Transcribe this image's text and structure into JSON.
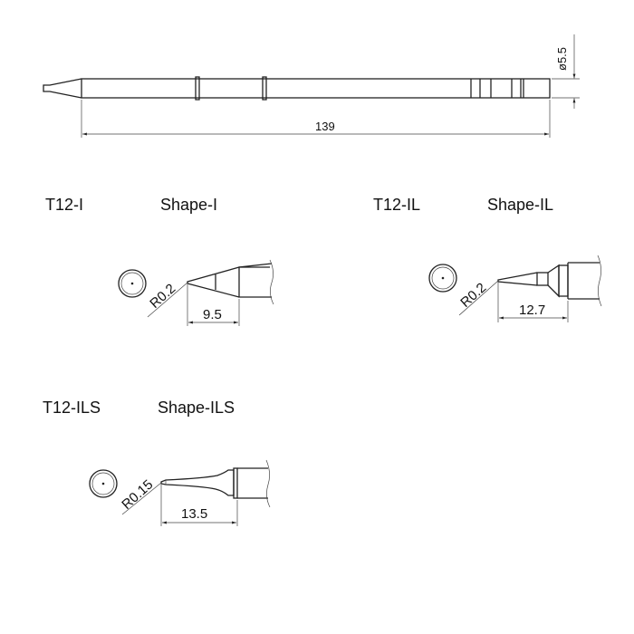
{
  "overall": {
    "length_label": "139",
    "diameter_label": "ø5.5"
  },
  "tips": [
    {
      "model": "T12-I",
      "shape": "Shape-I",
      "radius": "R0.2",
      "length": "9.5"
    },
    {
      "model": "T12-IL",
      "shape": "Shape-IL",
      "radius": "R0.2",
      "length": "12.7"
    },
    {
      "model": "T12-ILS",
      "shape": "Shape-ILS",
      "radius": "R0.15",
      "length": "13.5"
    }
  ]
}
